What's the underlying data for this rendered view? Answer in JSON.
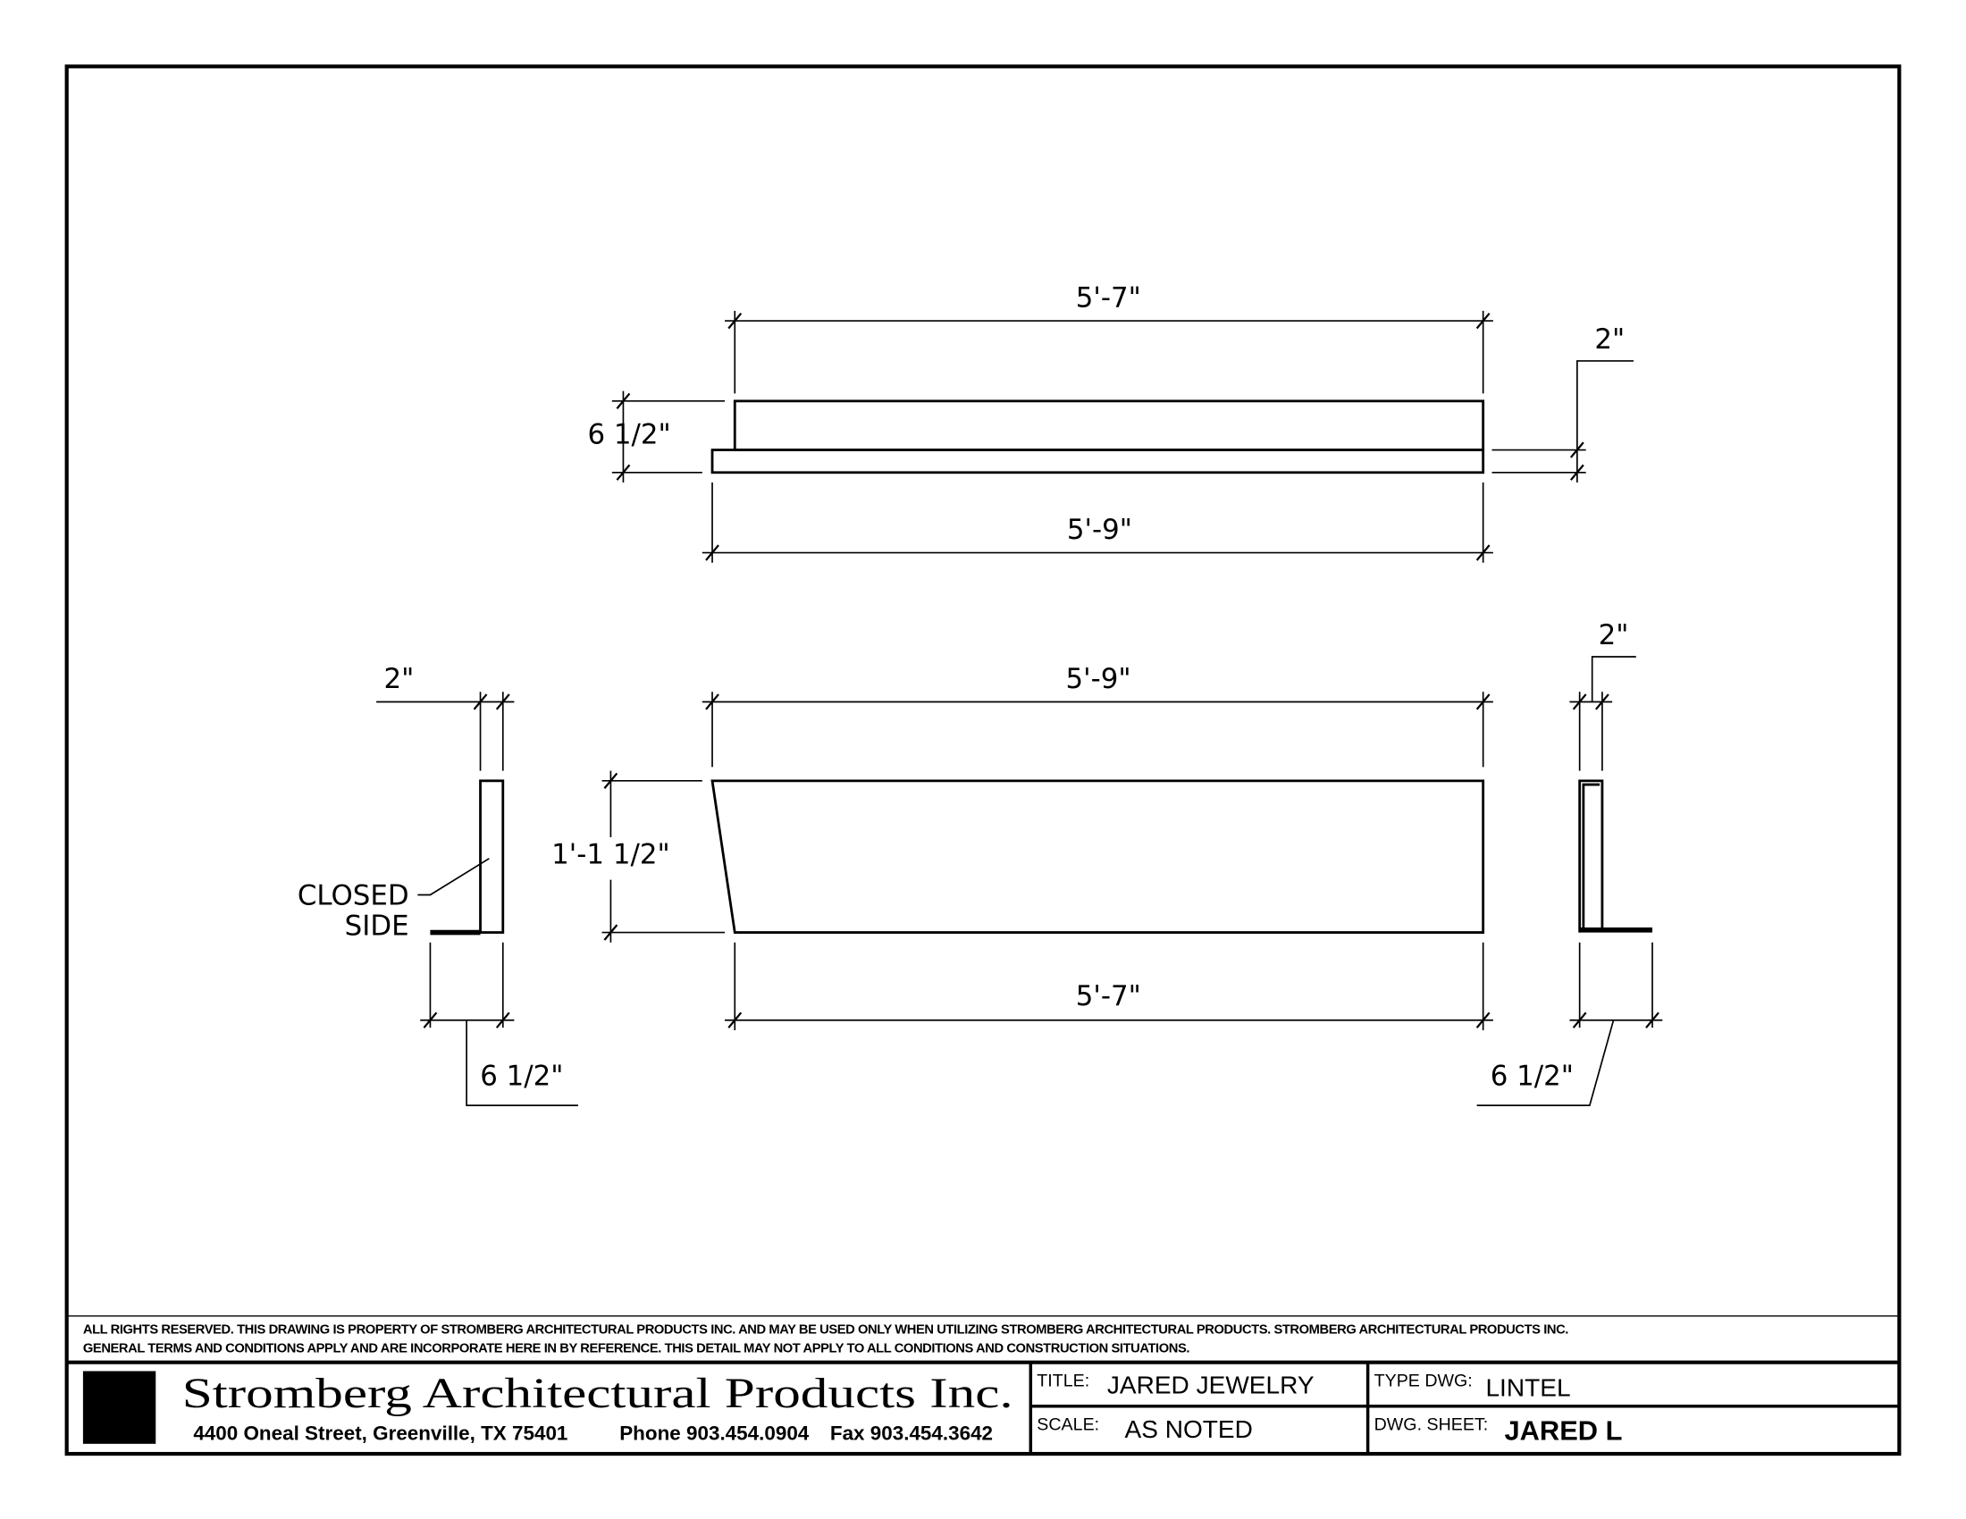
{
  "drawing": {
    "plan_view": {
      "top_length": "5'-7\"",
      "bottom_length": "5'-9\"",
      "depth": "6 1/2\"",
      "flange": "2\""
    },
    "elevation": {
      "top_length": "5'-9\"",
      "bottom_length": "5'-7\"",
      "height": "1'-1 1/2\""
    },
    "left_section": {
      "thickness": "2\"",
      "leg": "6 1/2\"",
      "note_line1": "CLOSED",
      "note_line2": "SIDE"
    },
    "right_section": {
      "thickness": "2\"",
      "leg": "6 1/2\""
    }
  },
  "disclaimer": {
    "line1": "ALL RIGHTS RESERVED. THIS DRAWING IS PROPERTY OF STROMBERG ARCHITECTURAL PRODUCTS INC. AND MAY BE USED ONLY WHEN UTILIZING STROMBERG ARCHITECTURAL PRODUCTS.  STROMBERG ARCHITECTURAL PRODUCTS INC.",
    "line2": "GENERAL TERMS AND CONDITIONS APPLY AND ARE INCORPORATE HERE IN BY REFERENCE.  THIS DETAIL MAY NOT APPLY TO ALL CONDITIONS AND CONSTRUCTION SITUATIONS."
  },
  "title_block": {
    "company": "Stromberg Architectural Products Inc.",
    "address": "4400 Oneal Street, Greenville, TX  75401",
    "phone": "Phone 903.454.0904",
    "fax": "Fax 903.454.3642",
    "title_label": "TITLE:",
    "title_value": "JARED JEWELRY",
    "type_label": "TYPE DWG:",
    "type_value": "LINTEL",
    "scale_label": "SCALE:",
    "scale_value": "AS NOTED",
    "sheet_label": "DWG. SHEET:",
    "sheet_value": "JARED L"
  }
}
